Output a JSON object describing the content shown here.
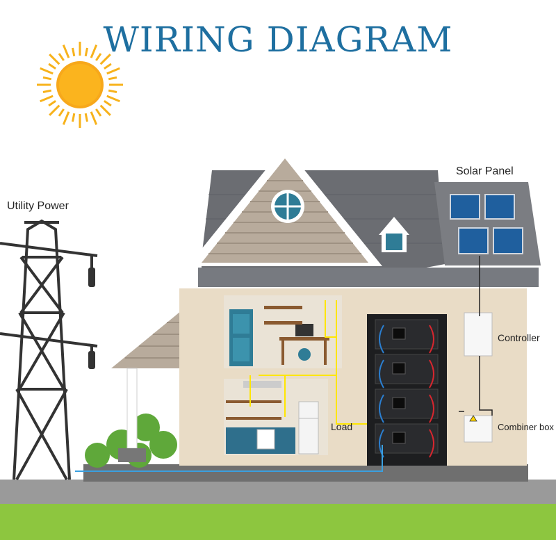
{
  "title": "WIRING DIAGRAM",
  "labels": {
    "utility_power": "Utility Power",
    "solar_panel": "Solar Panel",
    "controller": "Controller",
    "load": "Load",
    "combiner_box": "Combiner box"
  },
  "colors": {
    "title": "#1e6fa0",
    "sun": "#f7b21b",
    "roof": "#6b6d72",
    "wall": "#e9dcc6",
    "siding": "#b8ab9c",
    "ground": "#8dc63f",
    "wire_yellow": "#ffe600",
    "wire_blue": "#3aa0e0",
    "battery": "#1d1e20"
  }
}
